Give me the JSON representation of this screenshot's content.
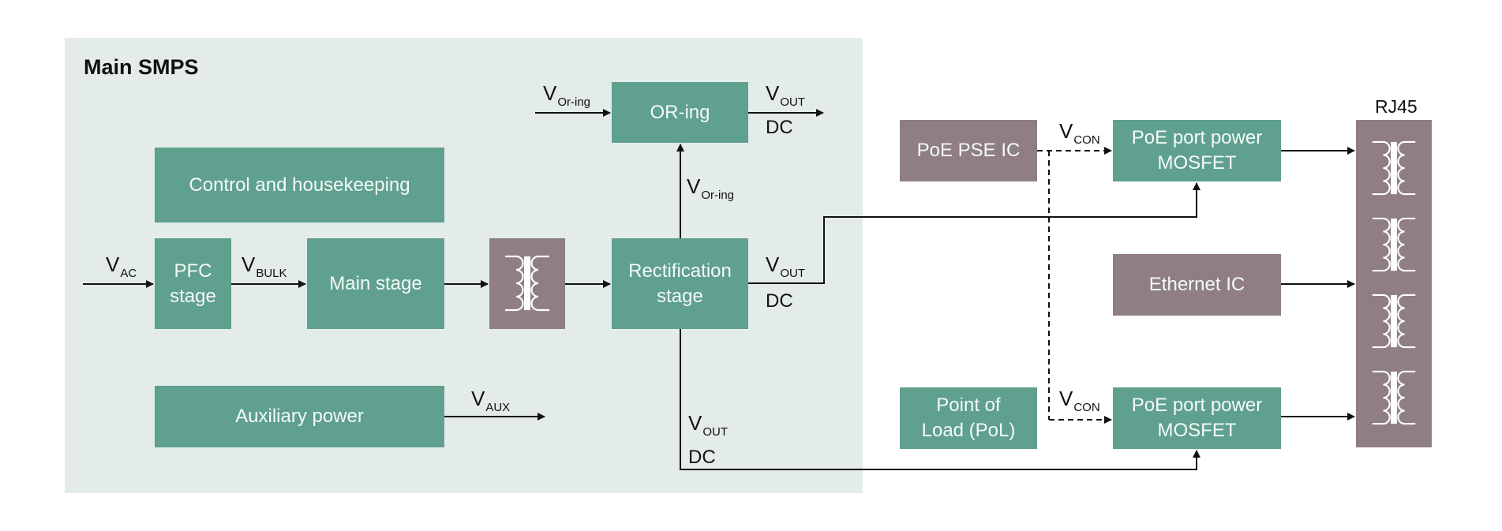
{
  "diagram": {
    "group_title": "Main SMPS",
    "colors": {
      "primary_block": "#5fa08e",
      "secondary_block": "#8f7f82",
      "group_background": "#e3ece9",
      "line": "#111111"
    },
    "blocks": {
      "control": "Control and housekeeping",
      "pfc_line1": "PFC",
      "pfc_line2": "stage",
      "main_stage": "Main stage",
      "transformer": "transformer-icon",
      "rectification_line1": "Rectification",
      "rectification_line2": "stage",
      "oring": "OR-ing",
      "auxiliary": "Auxiliary power",
      "poe_pse_ic": "PoE PSE IC",
      "mosfet_top_line1": "PoE port power",
      "mosfet_top_line2": "MOSFET",
      "ethernet_ic": "Ethernet IC",
      "pol_line1": "Point of",
      "pol_line2": "Load (PoL)",
      "mosfet_bottom_line1": "PoE port power",
      "mosfet_bottom_line2": "MOSFET",
      "rj45": "RJ45"
    },
    "signals": {
      "vac": {
        "main": "V",
        "sub": "AC"
      },
      "vbulk": {
        "main": "V",
        "sub": "BULK"
      },
      "voring_in": {
        "main": "V",
        "sub": "Or-ing"
      },
      "voring_up": {
        "main": "V",
        "sub": "Or-ing"
      },
      "vout_oring": {
        "main": "V",
        "sub": "OUT",
        "note": "DC"
      },
      "vout_rect": {
        "main": "V",
        "sub": "OUT",
        "note": "DC"
      },
      "vout_down": {
        "main": "V",
        "sub": "OUT",
        "note": "DC"
      },
      "vaux": {
        "main": "V",
        "sub": "AUX"
      },
      "vcon_top": {
        "main": "V",
        "sub": "CON"
      },
      "vcon_bottom": {
        "main": "V",
        "sub": "CON"
      }
    },
    "rj45_transformer_count": 4
  }
}
